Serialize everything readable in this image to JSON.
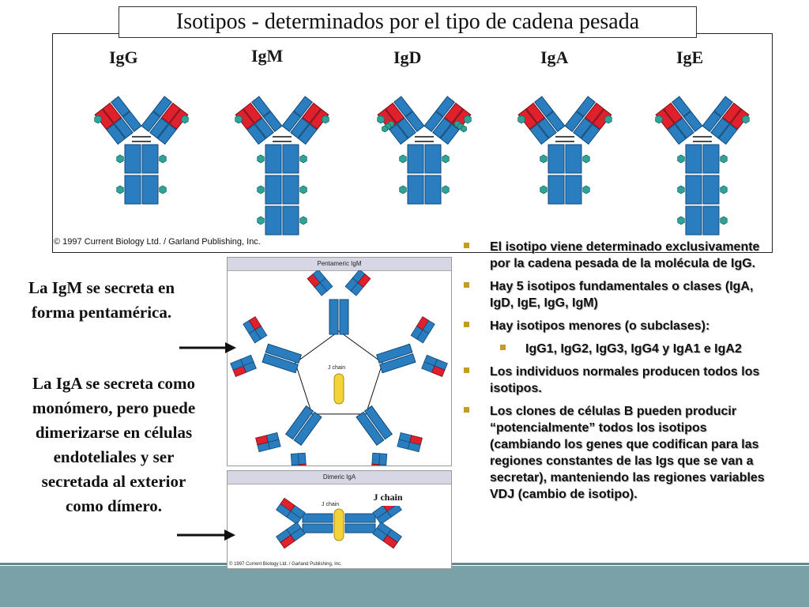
{
  "slide": {
    "title": "Isotipos - determinados por el tipo de cadena pesada",
    "isotypes": [
      "IgG",
      "IgM",
      "IgD",
      "IgA",
      "IgE"
    ],
    "copyright_top": "© 1997 Current Biology Ltd. / Garland Publishing, Inc.",
    "copyright_small": "© 1997 Current Biology Ltd. / Garland Publishing, Inc."
  },
  "diagrams": {
    "pentameric_title": "Pentameric IgM",
    "dimeric_title": "Dimeric IgA",
    "j_chain": "J chain",
    "j_chain_callout": "J chain"
  },
  "notes": {
    "igm": "La IgM se secreta en forma pentamérica.",
    "iga": "La IgA se secreta como monómero, pero puede dimerizarse en células endoteliales y ser secretada al exterior como dímero."
  },
  "bullets": [
    "El isotipo viene determinado exclusivamente por la cadena pesada de la molécula de IgG.",
    "Hay 5 isotipos fundamentales o clases (IgA, IgD, IgE, IgG, IgM)",
    "Hay isotipos menores (o subclases):",
    "IgG1, IgG2, IgG3, IgG4 y IgA1 e IgA2",
    "Los individuos normales producen todos los isotipos.",
    "Los clones de células B pueden producir “potencialmente” todos los isotipos (cambiando los genes que codifican para las regiones constantes de las Igs que se van a secretar), manteniendo las regiones variables VDJ (cambio de isotipo)."
  ],
  "colors": {
    "heavy_red": "#e0202c",
    "chain_blue": "#2a7ec0",
    "carb": "#2ea39a",
    "accent_bullet": "#c59b22",
    "footer": "#7aa0a8"
  }
}
